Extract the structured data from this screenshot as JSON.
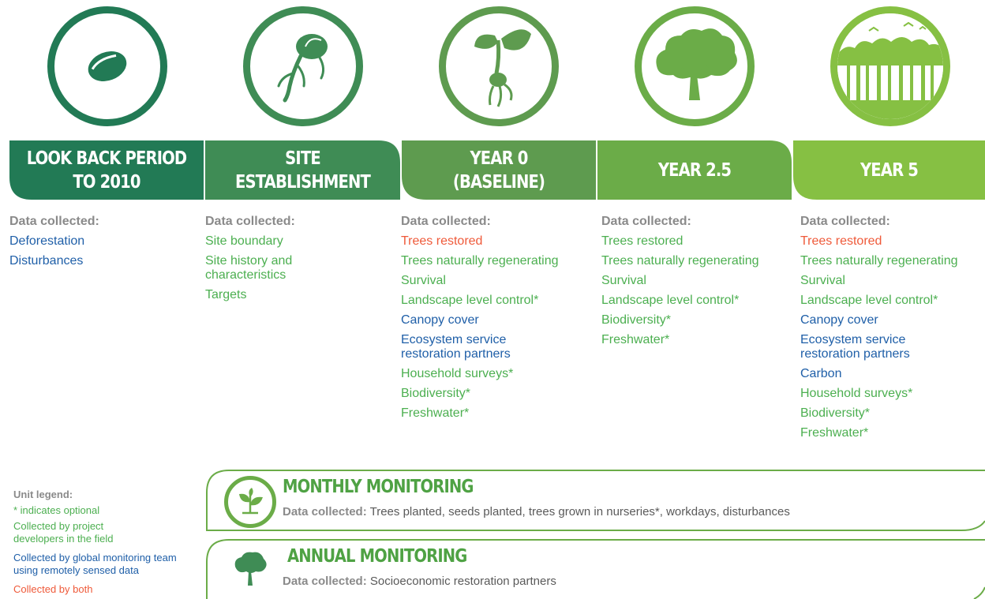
{
  "stages": [
    {
      "icon": "seed-icon",
      "title_lines": [
        "LOOK BACK PERIOD",
        "TO 2010"
      ],
      "data_label": "Data collected:",
      "items": [
        {
          "text": "Deforestation",
          "color": "#1f5fa8"
        },
        {
          "text": "Disturbances",
          "color": "#1f5fa8"
        }
      ]
    },
    {
      "icon": "sprouting-seed-icon",
      "title_lines": [
        "SITE ESTABLISHMENT"
      ],
      "data_label": "Data collected:",
      "items": [
        {
          "text": "Site boundary",
          "color": "#4caf50"
        },
        {
          "text": "Site history and characteristics",
          "color": "#4caf50"
        },
        {
          "text": "Targets",
          "color": "#4caf50"
        }
      ]
    },
    {
      "icon": "seedling-icon",
      "title_lines": [
        "YEAR 0",
        "(BASELINE)"
      ],
      "data_label": "Data collected:",
      "items": [
        {
          "text": "Trees restored",
          "color": "#ef5a3a"
        },
        {
          "text": "Trees naturally regenerating",
          "color": "#4caf50"
        },
        {
          "text": "Survival",
          "color": "#4caf50"
        },
        {
          "text": "Landscape level control*",
          "color": "#4caf50"
        },
        {
          "text": "Canopy cover",
          "color": "#1f5fa8"
        },
        {
          "text": "Ecosystem service restoration partners",
          "color": "#1f5fa8"
        },
        {
          "text": "Household surveys*",
          "color": "#4caf50"
        },
        {
          "text": "Biodiversity*",
          "color": "#4caf50"
        },
        {
          "text": "Freshwater*",
          "color": "#4caf50"
        }
      ]
    },
    {
      "icon": "tree-icon",
      "title_lines": [
        "YEAR 2.5"
      ],
      "data_label": "Data collected:",
      "items": [
        {
          "text": "Trees restored",
          "color": "#4caf50"
        },
        {
          "text": "Trees naturally regenerating",
          "color": "#4caf50"
        },
        {
          "text": "Survival",
          "color": "#4caf50"
        },
        {
          "text": "Landscape level control*",
          "color": "#4caf50"
        },
        {
          "text": "Biodiversity*",
          "color": "#4caf50"
        },
        {
          "text": "Freshwater*",
          "color": "#4caf50"
        }
      ]
    },
    {
      "icon": "forest-icon",
      "title_lines": [
        "YEAR 5"
      ],
      "data_label": "Data collected:",
      "items": [
        {
          "text": "Trees restored",
          "color": "#ef5a3a"
        },
        {
          "text": "Trees naturally regenerating",
          "color": "#4caf50"
        },
        {
          "text": "Survival",
          "color": "#4caf50"
        },
        {
          "text": "Landscape level control*",
          "color": "#4caf50"
        },
        {
          "text": "Canopy cover",
          "color": "#1f5fa8"
        },
        {
          "text": "Ecosystem service restoration partners",
          "color": "#1f5fa8"
        },
        {
          "text": "Carbon",
          "color": "#1f5fa8"
        },
        {
          "text": "Household surveys*",
          "color": "#4caf50"
        },
        {
          "text": "Biodiversity*",
          "color": "#4caf50"
        },
        {
          "text": "Freshwater*",
          "color": "#4caf50"
        }
      ]
    }
  ],
  "legend": {
    "title": "Unit legend:",
    "optional": "* indicates optional",
    "project": "Collected by project developers in the field",
    "global": "Collected by global monitoring team using remotely sensed data",
    "both": "Collected by both"
  },
  "monthly": {
    "icon": "leaves-icon",
    "title": "MONTHLY MONITORING",
    "label": "Data collected:",
    "text": "Trees planted, seeds planted, trees grown in nurseries*, workdays, disturbances"
  },
  "annual": {
    "icon": "tree-icon",
    "title": "ANNUAL MONITORING",
    "label": "Data collected:",
    "text": "Socioeconomic restoration partners"
  },
  "colors": {
    "stage1": "#227a55",
    "stage2": "#3f8c55",
    "stage3": "#5e9b4f",
    "stage4": "#6bac48",
    "stage5": "#86c043",
    "project_green": "#4caf50",
    "global_blue": "#1f5fa8",
    "both_orange": "#ef5a3a"
  }
}
